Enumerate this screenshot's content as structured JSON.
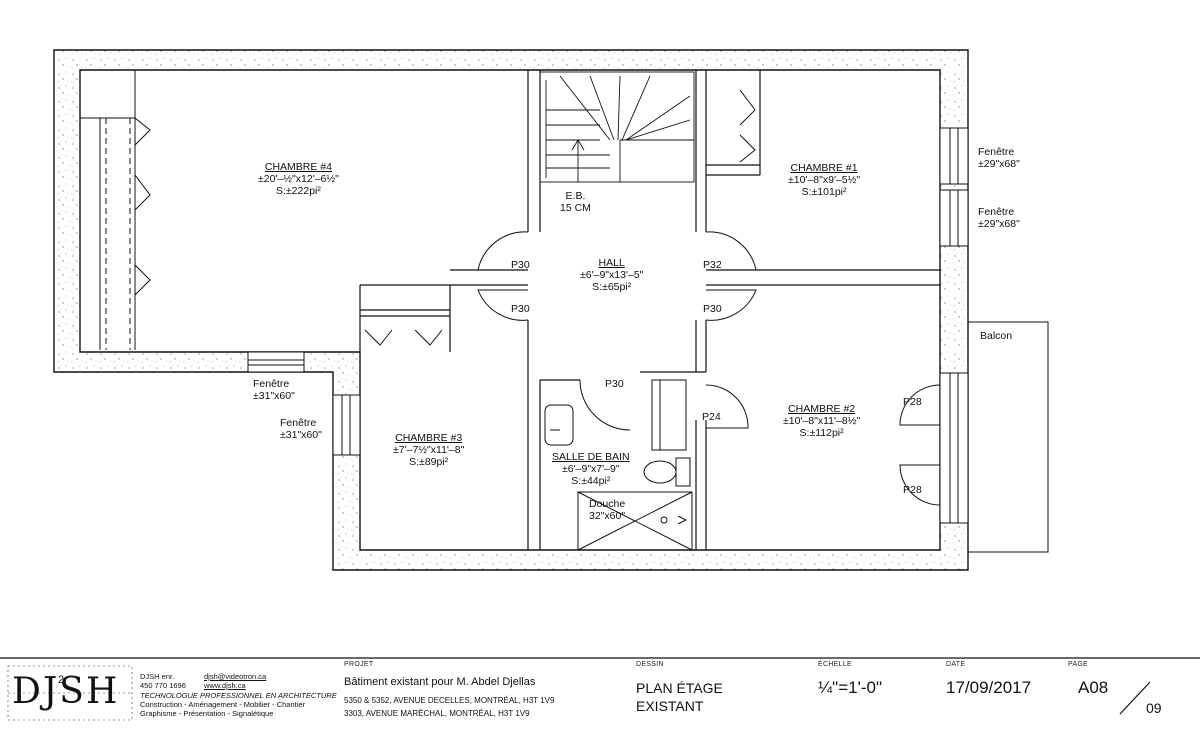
{
  "rooms": {
    "chambre4": {
      "name": "CHAMBRE #4",
      "dims": "±20'–½\"x12'–6½\"",
      "area": "S:±222pi²"
    },
    "chambre1": {
      "name": "CHAMBRE #1",
      "dims": "±10'–8\"x9'–5½\"",
      "area": "S:±101pi²"
    },
    "hall": {
      "name": "HALL",
      "dims": "±6'–9\"x13'–5\"",
      "area": "S:±65pi²"
    },
    "chambre3": {
      "name": "CHAMBRE #3",
      "dims": "±7'–7½\"x11'–8\"",
      "area": "S:±89pi²"
    },
    "salle_de_bain": {
      "name": "SALLE DE BAIN",
      "dims": "±6'–9\"x7'–9\"",
      "area": "S:±44pi²"
    },
    "chambre2": {
      "name": "CHAMBRE #2",
      "dims": "±10'–8\"x11'–8½\"",
      "area": "S:±112pi²"
    }
  },
  "stair": {
    "line1": "E.B.",
    "line2": "15 CM"
  },
  "doors": {
    "p30": "P30",
    "p32": "P32",
    "p24": "P24",
    "p28": "P28"
  },
  "windows": {
    "fenetre": "Fenêtre",
    "size_29x68": "±29\"x68\"",
    "size_31x60": "±31\"x60\""
  },
  "shower": {
    "line1": "Douche",
    "line2": "32\"x60\""
  },
  "balcon": "Balcon",
  "titleblock": {
    "logo": "DJSH",
    "logo_sup": "2",
    "company": "DJSH enr.",
    "phone": "450 770 1696",
    "email": "djsh@videotron.ca",
    "web": "www.djsh.ca",
    "tagline": "TECHNOLOGUE PROFESSIONNEL EN ARCHITECTURE",
    "services1": "Construction - Aménagement - Mobilier - Chantier",
    "services2": "Graphisme - Présentation - Signalétique",
    "projet_label": "PROJET",
    "projet_title": "Bâtiment existant pour M. Abdel Djellas",
    "projet_addr1": "5350 & 5352, AVENUE DECELLES, MONTRÉAL, H3T 1V9",
    "projet_addr2": "3303, AVENUE MARÉCHAL, MONTRÉAL, H3T 1V9",
    "dessin_label": "DESSIN",
    "dessin_line1": "PLAN ÉTAGE",
    "dessin_line2": "EXISTANT",
    "echelle_label": "ÉCHELLE",
    "echelle": "¼\"=1'-0\"",
    "date_label": "DATE",
    "date": "17/09/2017",
    "page_label": "PAGE",
    "page": "A08",
    "page_total": "09"
  }
}
